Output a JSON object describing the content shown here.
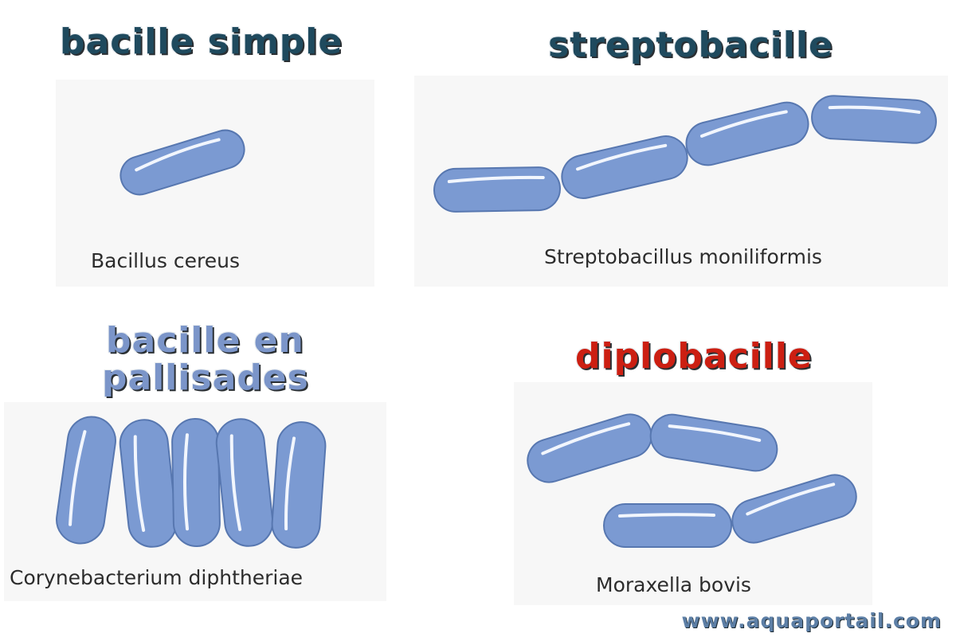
{
  "colors": {
    "cell_fill": "#7b9ad2",
    "cell_stroke": "#5777b0",
    "cell_highlight": "#f2f6fd",
    "title_dark": "#1f4a5e",
    "title_light": "#7b95c9",
    "title_red": "#cc1f12",
    "website": "#5d7fa6"
  },
  "panels": {
    "simple": {
      "title": "bacille simple",
      "caption": "Bacillus cereus"
    },
    "strepto": {
      "title": "streptobacille",
      "caption": "Streptobacillus moniliformis"
    },
    "palisade": {
      "title_line1": "bacille en",
      "title_line2": "pallisades",
      "caption": "Corynebacterium diphtheriae"
    },
    "diplo": {
      "title": "diplobacille",
      "caption": "Moraxella bovis"
    }
  },
  "website": "www.aquaportail.com"
}
